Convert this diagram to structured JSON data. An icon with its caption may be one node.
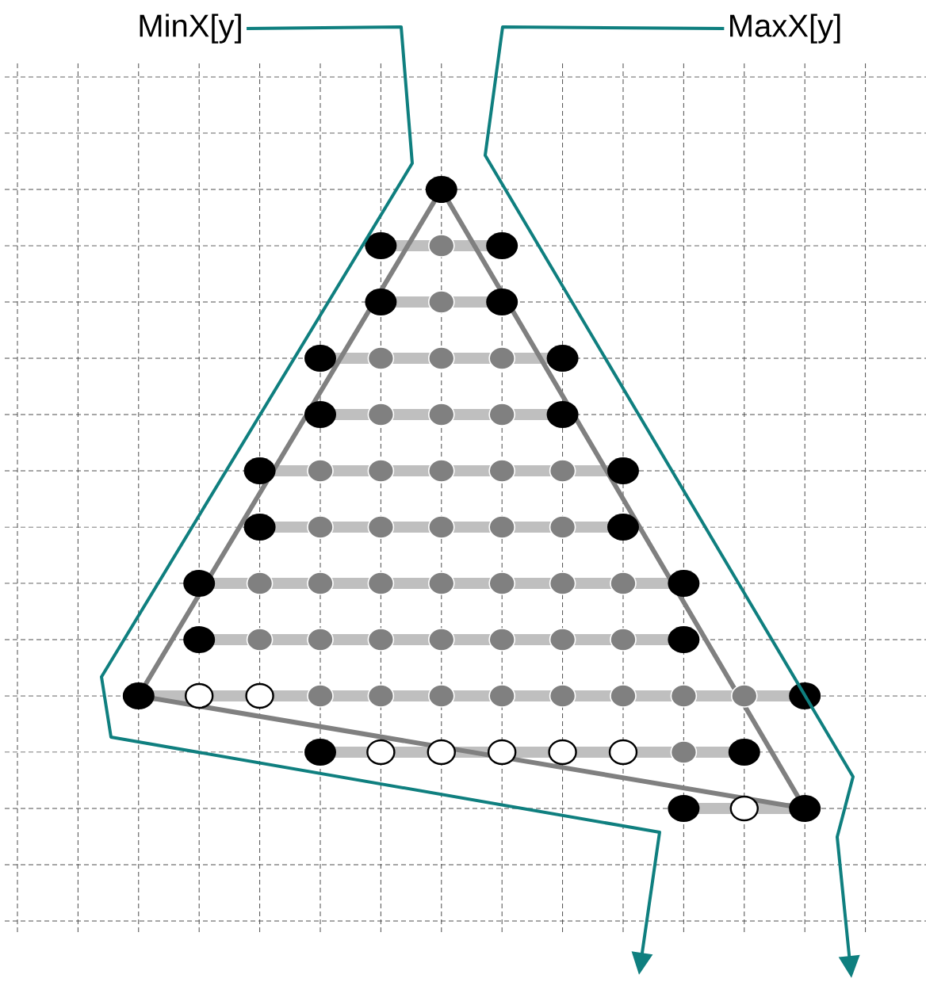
{
  "diagram": {
    "nodes": [
      {
        "text": [
          "MinX[y]"
        ]
      },
      {
        "text": [
          "MaxX[y]"
        ]
      }
    ],
    "edges": [
      {
        "from": 0,
        "to": null,
        "arrow": "to",
        "color": "#0f7f7f"
      },
      {
        "from": 1,
        "to": null,
        "arrow": "to",
        "color": "#0f7f7f"
      }
    ]
  }
}
